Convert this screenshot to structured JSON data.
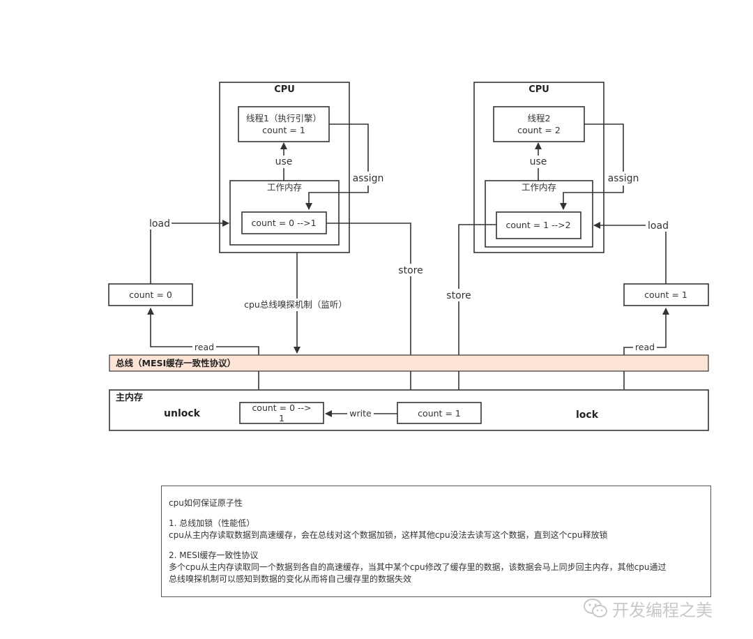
{
  "cpu_left": {
    "title": "CPU",
    "thread_line1": "线程1（执行引擎）",
    "thread_line2": "count = 1",
    "use_label": "use",
    "assign_label": "assign",
    "work_memory_label": "工作内存",
    "cache_value": "count = 0 -->1",
    "load_label": "load",
    "store_label": "store"
  },
  "cpu_right": {
    "title": "CPU",
    "thread_line1": "线程2",
    "thread_line2": "count = 2",
    "use_label": "use",
    "assign_label": "assign",
    "work_memory_label": "工作内存",
    "cache_value": "count = 1 -->2",
    "load_label": "load",
    "store_label": "store"
  },
  "snoop_label": "cpu总线嗅探机制（监听）",
  "left_read_box": "count = 0",
  "right_read_box": "count = 1",
  "left_read_label": "read",
  "right_read_label": "read",
  "bus": {
    "label": "总线（MESI缓存一致性协议）",
    "fill_color": "#fce4d6"
  },
  "main_memory": {
    "title": "主内存",
    "unlock_label": "unlock",
    "lock_label": "lock",
    "old_value_line1": "count = 0 -->",
    "old_value_line2": "1",
    "write_label": "write",
    "current_value": "count = 1"
  },
  "notes": {
    "title": "cpu如何保证原子性",
    "item1_title": "1. 总线加锁（性能低）",
    "item1_body": "cpu从主内存读取数据到高速缓存，会在总线对这个数据加锁，这样其他cpu没法去读写这个数据，直到这个cpu释放锁",
    "item2_title": "2. MESI缓存一致性协议",
    "item2_body_line1": "多个cpu从主内存读取同一个数据到各自的高速缓存，当其中某个cpu修改了缓存里的数据，该数据会马上同步回主内存，其他cpu通过",
    "item2_body_line2": "总线嗅探机制可以感知到数据的变化从而将自己缓存里的数据失效"
  },
  "watermark": {
    "text": "开发编程之美",
    "icon": "wechat-icon"
  }
}
